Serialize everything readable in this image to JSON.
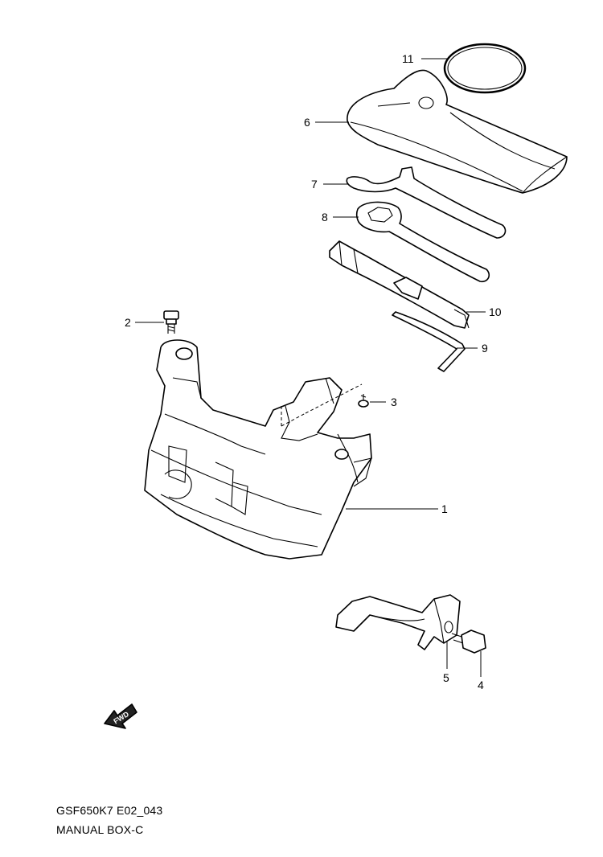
{
  "diagram": {
    "code": "GSF650K7 E02_043",
    "title": "MANUAL BOX-C",
    "fwd_label": "FWD",
    "callouts": [
      {
        "id": "c1",
        "label": "1"
      },
      {
        "id": "c2",
        "label": "2"
      },
      {
        "id": "c3",
        "label": "3"
      },
      {
        "id": "c4",
        "label": "4"
      },
      {
        "id": "c5",
        "label": "5"
      },
      {
        "id": "c6",
        "label": "6"
      },
      {
        "id": "c7",
        "label": "7"
      },
      {
        "id": "c8",
        "label": "8"
      },
      {
        "id": "c9",
        "label": "9"
      },
      {
        "id": "c10",
        "label": "10"
      },
      {
        "id": "c11",
        "label": "11"
      }
    ]
  }
}
